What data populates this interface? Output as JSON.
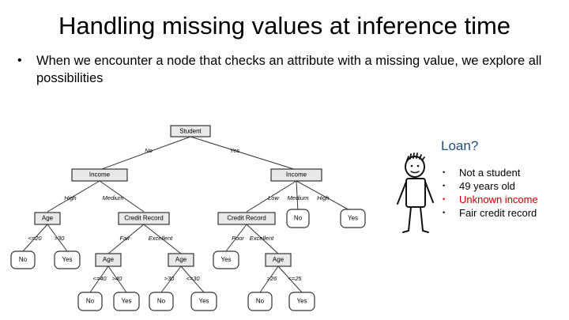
{
  "title": "Handling missing values at inference time",
  "bullet": "When we encounter a node that checks an attribute with a missing value, we explore all possibilities",
  "tree": {
    "nodes": {
      "student": "Student",
      "income_left": "Income",
      "income_right": "Income",
      "age_top": "Age",
      "credit_left": "Credit Record",
      "credit_right": "Credit Record",
      "no_low": "No",
      "yes_high": "Yes",
      "no_a": "No",
      "yes_a": "Yes",
      "age_b": "Age",
      "age_c": "Age",
      "yes_poor": "Yes",
      "age_d": "Age",
      "no_b1": "No",
      "yes_b2": "Yes",
      "no_c1": "No",
      "yes_c2": "Yes",
      "no_d1": "No",
      "yes_d2": "Yes"
    },
    "edges": {
      "student_no": "No",
      "student_yes": "Yes",
      "high": "High",
      "medium_l": "Medium",
      "low": "Low",
      "medium_r": "Medium",
      "high_r": "High",
      "le20": "<=20",
      "gt30": ">30",
      "fair_l": "Fair",
      "excellent_l": "Excellent",
      "poor": "Poor",
      "excellent_r": "Excellent",
      "le40": "<=40",
      "gt40": ">40",
      "gt30b": ">30",
      "le30": "<=30",
      "gt26": ">26",
      "le25": "<=25"
    }
  },
  "loan": {
    "title": "Loan?",
    "items": [
      {
        "text": "Not a student",
        "color": "#000000"
      },
      {
        "text": "49 years old",
        "color": "#000000"
      },
      {
        "text": "Unknown income",
        "color": "#c00000"
      },
      {
        "text": "Fair credit record",
        "color": "#000000"
      }
    ]
  }
}
